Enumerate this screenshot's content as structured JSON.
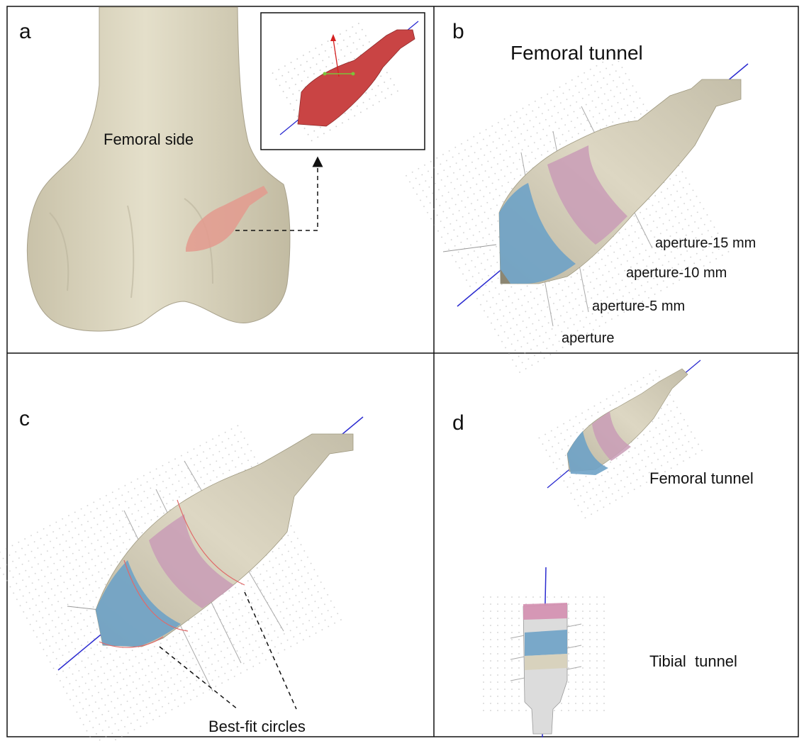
{
  "panels": {
    "a": {
      "letter": "a",
      "label": "Femoral side"
    },
    "b": {
      "letter": "b",
      "title": "Femoral tunnel",
      "apertures": [
        "aperture-15 mm",
        "aperture-10 mm",
        "aperture-5 mm",
        "aperture"
      ]
    },
    "c": {
      "letter": "c",
      "label": "Best-fit circles"
    },
    "d": {
      "letter": "d",
      "femoral_label": "Femoral tunnel",
      "tibial_label": "Tibial  tunnel"
    }
  },
  "colors": {
    "bone": "#d9d3bd",
    "bone_shadow": "#b9b29b",
    "tunnel_red": "#c84848",
    "segment_blue": "#6ea2c6",
    "segment_pink": "#c99cb6",
    "axis": "#2a2ad0",
    "border": "#111111"
  }
}
